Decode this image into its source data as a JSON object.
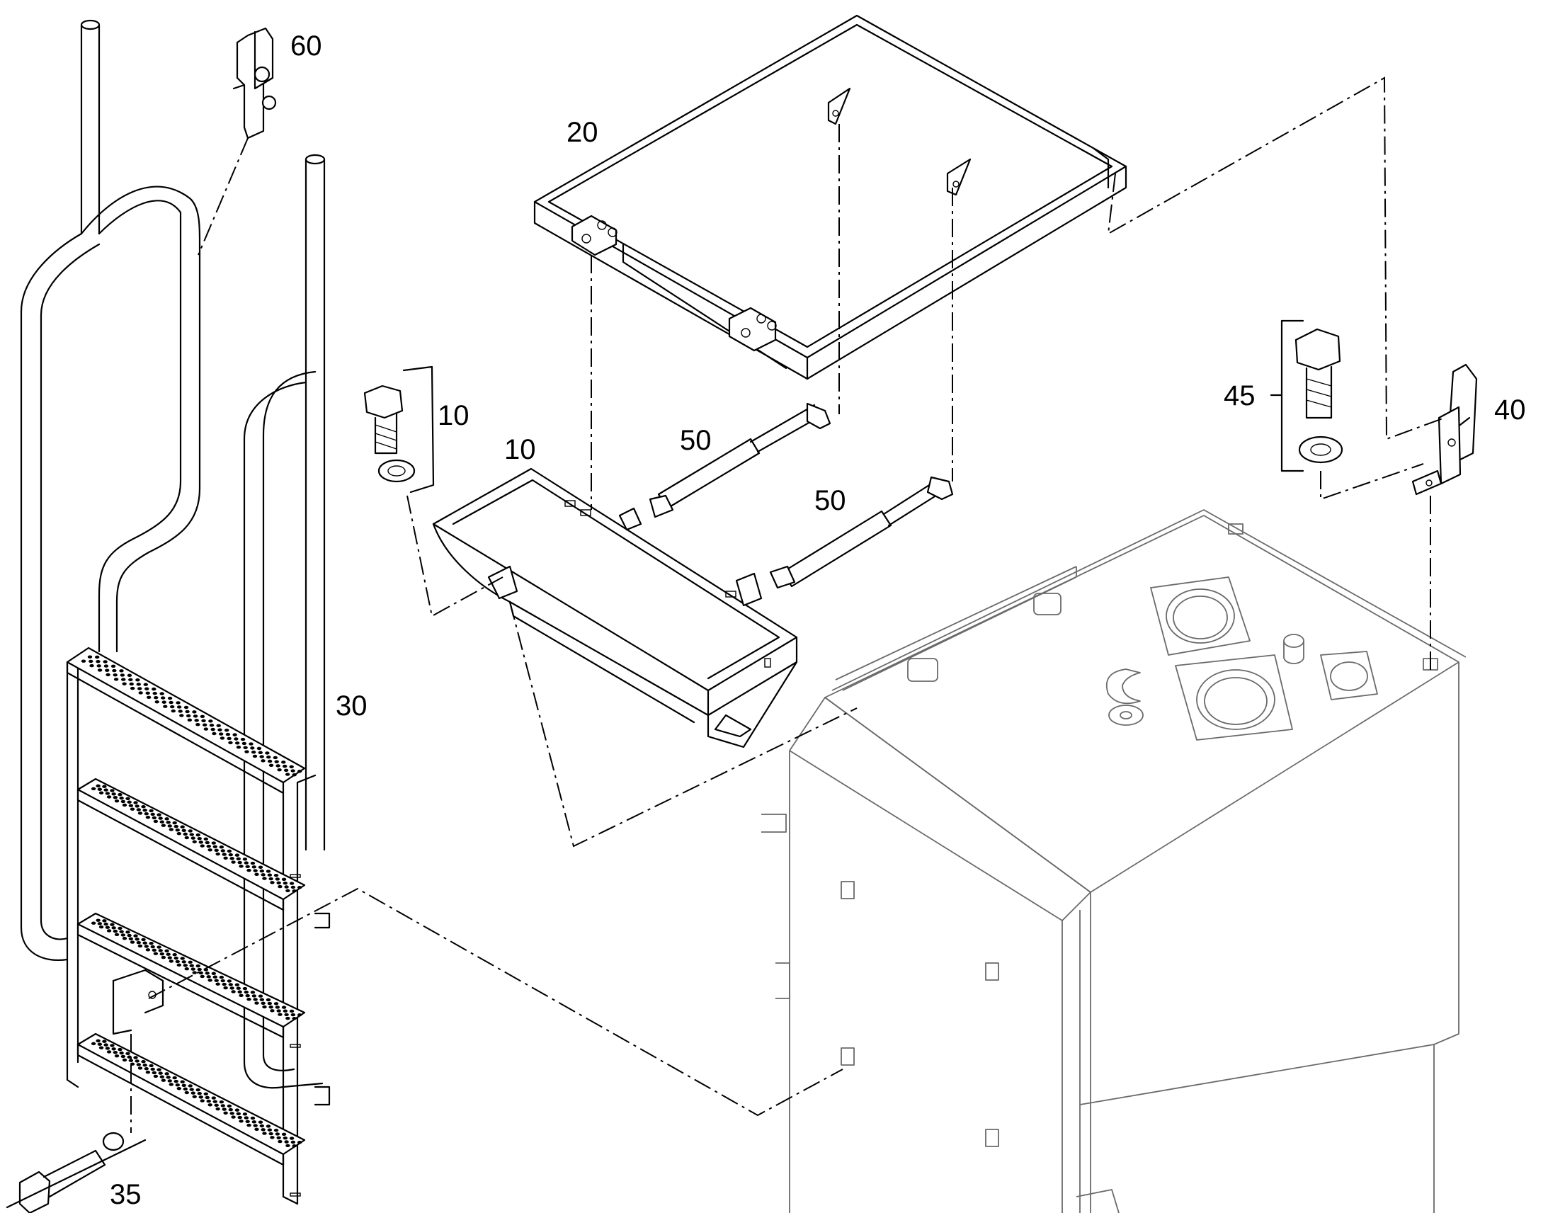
{
  "callouts": {
    "c60": "60",
    "c20": "20",
    "c10_bolt": "10",
    "c10_tray": "10",
    "c50_upper": "50",
    "c50_lower": "50",
    "c45": "45",
    "c40": "40",
    "c30": "30",
    "c35": "35"
  },
  "colors": {
    "line": "#000000",
    "tank_line": "#6a6a6a",
    "background": "#ffffff"
  }
}
